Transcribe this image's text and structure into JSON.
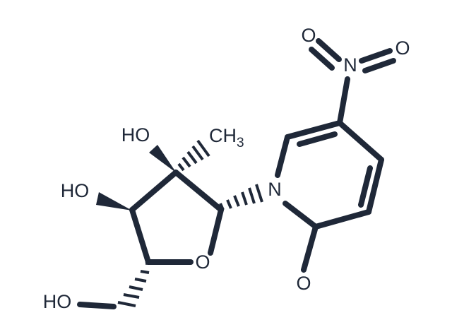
{
  "colors": {
    "ink": "#1f2838",
    "background": "#ffffff"
  },
  "atoms": {
    "nitro_o_left": "O",
    "nitro_o_right": "O",
    "nitro_n": "N",
    "ring_n": "N",
    "carbonyl_o": "O",
    "ring_o": "O",
    "oh_top": "HO",
    "oh_left": "HO",
    "oh_bottom": "HO",
    "methyl": "CH",
    "methyl_sub": "3"
  }
}
